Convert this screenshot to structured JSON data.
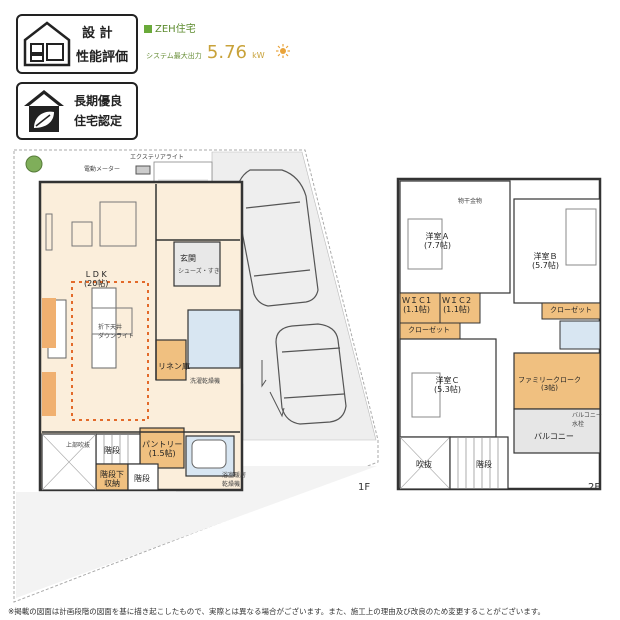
{
  "badges": {
    "design": {
      "line1": "設 計",
      "line2": "性能評価"
    },
    "longterm": {
      "line1": "長期優良",
      "line2": "住宅認定"
    }
  },
  "zeh": {
    "label": "ZEH住宅",
    "output_label": "システム最大出力",
    "output_value": "5.76",
    "output_unit": "kW"
  },
  "floor1": {
    "tag": "1F",
    "rooms": {
      "ldk": "L D K\n(20帖)",
      "genkan": "玄関",
      "linen": "リネン庫",
      "pantry": "パントリー\n(1.5帖)",
      "stairs": "階段",
      "stair_storage": "階段下\n収納",
      "stairs2": "階段",
      "okujo": "上部吹抜"
    },
    "notes": {
      "meter": "電動メーター",
      "entry_light": "エクステリアライト",
      "shoes": "シューズ・すき",
      "furniture": "洗濯乾燥機",
      "bath": "浴室暖房\n乾燥機",
      "ceiling": "折下天井\nダウンライト"
    }
  },
  "floor2": {
    "tag": "2F",
    "rooms": {
      "roomA": "洋室Ａ\n(7.7帖)",
      "roomB": "洋室Ｂ\n(5.7帖)",
      "roomC": "洋室Ｃ\n(5.3帖)",
      "wic1": "ＷＩＣ1\n(1.1帖)",
      "wic2": "ＷＩＣ2\n(1.1帖)",
      "closet": "クローゼット",
      "closetB": "クローゼット",
      "family": "ファミリークローク\n(3帖)",
      "balcony": "バルコニー",
      "fukinuke": "吹抜",
      "stairs": "階段"
    },
    "notes": {
      "dryer": "物干金物",
      "balcony_note": "バルコニー\n水栓"
    }
  },
  "footnote": "※掲載の図面は計画段階の図面を基に描き起こしたもので、実際とは異なる場合がございます。また、施工上の理由及び改良のため変更することがございます。"
}
